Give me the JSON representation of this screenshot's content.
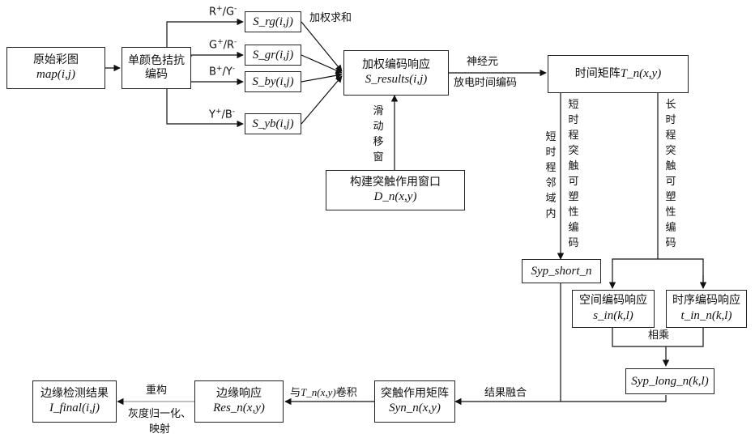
{
  "boxes": {
    "original": {
      "cn": "原始彩图",
      "math": "map(i,j)"
    },
    "single_opp": {
      "cn1": "单颜色拮抗",
      "cn2": "编码"
    },
    "s_rg": "S_rg(i,j)",
    "s_gr": "S_gr(i,j)",
    "s_by": "S_by(i,j)",
    "s_yb": "S_yb(i,j)",
    "weighted": {
      "cn": "加权编码响应",
      "math": "S_results(i,j)"
    },
    "time_matrix": {
      "cn": "时间矩阵",
      "math": "T_n(x,y)"
    },
    "window": {
      "cn": "构建突触作用窗口",
      "math": "D_n(x,y)"
    },
    "syp_short": "Syp_short_n",
    "spatial": {
      "cn": "空间编码响应",
      "math": "s_in(k,l)"
    },
    "temporal": {
      "cn": "时序编码响应",
      "math": "t_in_n(k,l)"
    },
    "syp_long": "Syp_long_n(k,l)",
    "syn_matrix": {
      "cn": "突触作用矩阵",
      "math": "Syn_n(x,y)"
    },
    "edge_resp": {
      "cn": "边缘响应",
      "math": "Res_n(x,y)"
    },
    "edge_result": {
      "cn": "边缘检测结果",
      "math": "I_final(i,j)"
    }
  },
  "labels": {
    "rg": {
      "a": "R",
      "b": "/G"
    },
    "gr": {
      "a": "G",
      "b": "/R"
    },
    "by": {
      "a": "B",
      "b": "/Y"
    },
    "yb": {
      "a": "Y",
      "b": "/B"
    },
    "weighted_sum": "加权求和",
    "neuron1": "神经元",
    "neuron2": "放电时间编码",
    "sliding": "滑动移窗",
    "short_plastic": "短时程突触可塑性编码",
    "short_neigh": "短时程邻域内",
    "long_plastic": "长时程突触可塑性编码",
    "multiply": "相乘",
    "fusion": "结果融合",
    "convolve_prefix": "与",
    "convolve_suffix": "卷积",
    "convolve_math": "T_n(x,y)",
    "reconstruct": "重构",
    "normalize1": "灰度归一化、",
    "normalize2": "映射"
  }
}
